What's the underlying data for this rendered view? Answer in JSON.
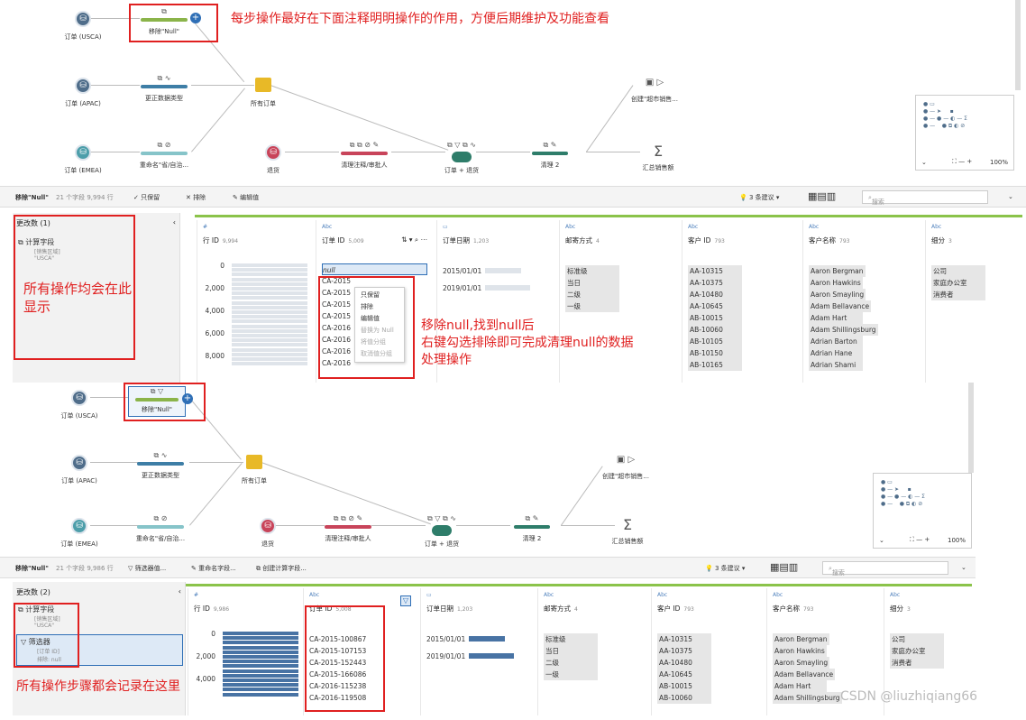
{
  "annotations": {
    "top_tip": "每步操作最好在下面注释明明操作的作用，方便后期维护及功能查看",
    "left_tip": "所有操作均会在此显示",
    "mid_tip_1": "移除null,找到null后",
    "mid_tip_2": "右键勾选排除即可完成清理null的数据",
    "mid_tip_3": "处理操作",
    "bottom_tip": "所有操作步骤都会记录在这里",
    "watermark": "CSDN @liuzhiqiang66"
  },
  "flow": {
    "nodes": {
      "usca": "订单 (USCA)",
      "apac": "订单 (APAC)",
      "emea": "订单 (EMEA)",
      "remove_null": "移除\"Null\"",
      "fix_types": "更正数据类型",
      "rename": "重命名\"省/自治...",
      "all_orders": "所有订单",
      "returns": "退货",
      "clean_notes": "清理注释/审批人",
      "orders_returns": "订单 + 退货",
      "clean2": "清理 2",
      "create_sales": "创建\"超市销售...",
      "agg_sales": "汇总销售额"
    },
    "zoom": "100%"
  },
  "top": {
    "step_name": "移除\"Null\"",
    "field_info": "21 个字段  9,994 行",
    "keep_only": "只保留",
    "exclude": "排除",
    "edit_values": "编辑值",
    "suggestions": "3 条建议",
    "search_placeholder": "搜索",
    "changes_title": "更改数 (1)",
    "change1_title": "计算字段",
    "change1_sub1": "[销售区域]",
    "change1_sub2": "\"USCA\"",
    "row_id": {
      "name": "行 ID",
      "count": "9,994",
      "ticks": [
        "0",
        "2,000",
        "4,000",
        "6,000",
        "8,000"
      ]
    },
    "order_id": {
      "name": "订单 ID",
      "count": "5,009",
      "values": [
        "null",
        "CA-2015",
        "CA-2015",
        "CA-2015",
        "CA-2015",
        "CA-2016",
        "CA-2016",
        "CA-2016",
        "CA-2016"
      ]
    },
    "order_date": {
      "name": "订单日期",
      "count": "1,203",
      "values": [
        "2015/01/01",
        "2019/01/01"
      ]
    },
    "ship_mode": {
      "name": "邮寄方式",
      "count": "4",
      "values": [
        "标准级",
        "当日",
        "二级",
        "一级"
      ]
    },
    "customer_id": {
      "name": "客户 ID",
      "count": "793",
      "values": [
        "AA-10315",
        "AA-10375",
        "AA-10480",
        "AA-10645",
        "AB-10015",
        "AB-10060",
        "AB-10105",
        "AB-10150",
        "AB-10165"
      ]
    },
    "customer_name": {
      "name": "客户名称",
      "count": "793",
      "values": [
        "Aaron Bergman",
        "Aaron Hawkins",
        "Aaron Smayling",
        "Adam Bellavance",
        "Adam Hart",
        "Adam Shillingsburg",
        "Adrian Barton",
        "Adrian Hane",
        "Adrian Shami"
      ]
    },
    "segment": {
      "name": "细分",
      "count": "3",
      "values": [
        "公司",
        "家庭办公室",
        "消费者"
      ]
    },
    "context_menu": [
      "只保留",
      "排除",
      "编辑值",
      "替换为 Null",
      "将值分组",
      "取消值分组"
    ]
  },
  "bottom": {
    "step_name": "移除\"Null\"",
    "field_info": "21 个字段  9,986 行",
    "filter_values": "筛选器值...",
    "rename_field": "重命名字段...",
    "create_calc": "创建计算字段...",
    "suggestions": "3 条建议",
    "search_placeholder": "搜索",
    "changes_title": "更改数 (2)",
    "change1_title": "计算字段",
    "change1_sub1": "[销售区域]",
    "change1_sub2": "\"USCA\"",
    "change2_title": "筛选器",
    "change2_sub1": "[订单 ID]",
    "change2_sub2": "排除: null",
    "row_id": {
      "name": "行 ID",
      "count": "9,986",
      "ticks": [
        "0",
        "2,000",
        "4,000"
      ]
    },
    "order_id": {
      "name": "订单 ID",
      "count": "5,008",
      "values": [
        "CA-2015-100867",
        "CA-2015-107153",
        "CA-2015-152443",
        "CA-2015-166086",
        "CA-2016-115238",
        "CA-2016-119508"
      ]
    },
    "order_date": {
      "name": "订单日期",
      "count": "1,203",
      "values": [
        "2015/01/01",
        "2019/01/01"
      ]
    },
    "ship_mode": {
      "name": "邮寄方式",
      "count": "4",
      "values": [
        "标准级",
        "当日",
        "二级",
        "一级"
      ]
    },
    "customer_id": {
      "name": "客户 ID",
      "count": "793",
      "values": [
        "AA-10315",
        "AA-10375",
        "AA-10480",
        "AA-10645",
        "AB-10015",
        "AB-10060"
      ]
    },
    "customer_name": {
      "name": "客户名称",
      "count": "793",
      "values": [
        "Aaron Bergman",
        "Aaron Hawkins",
        "Aaron Smayling",
        "Adam Bellavance",
        "Adam Hart",
        "Adam Shillingsburg"
      ]
    },
    "segment": {
      "name": "细分",
      "count": "3",
      "values": [
        "公司",
        "家庭办公室",
        "消费者"
      ]
    }
  },
  "type_abc": "Abc",
  "type_num": "#",
  "colors": {
    "accent": "#2f6fb6",
    "annotation": "#e02020",
    "green": "#8bc34a",
    "bar": "#4873a4"
  }
}
